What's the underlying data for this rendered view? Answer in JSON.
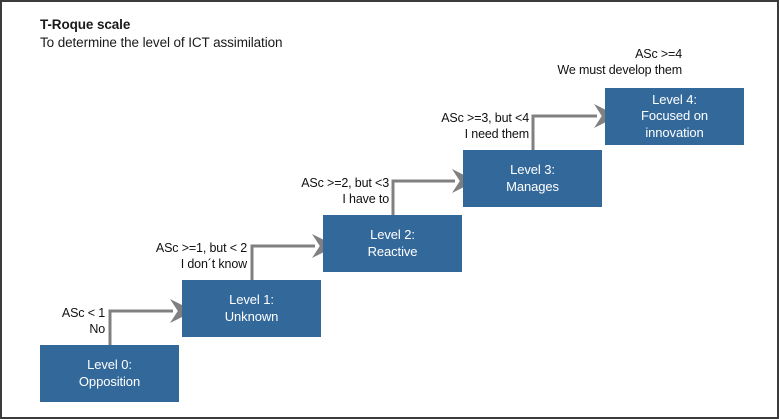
{
  "figure": {
    "title": "T-Roque scale",
    "subtitle": "To determine the level of ICT assimilation",
    "box_color": "#33689b",
    "arrow_color": "#808080",
    "border_color": "#3b3b3b",
    "text_color": "#111111"
  },
  "stages": [
    {
      "name": "level-0",
      "line1": "Level 0:",
      "line2": "Opposition",
      "line3": ""
    },
    {
      "name": "level-1",
      "line1": "Level 1:",
      "line2": "Unknown",
      "line3": ""
    },
    {
      "name": "level-2",
      "line1": "Level 2:",
      "line2": "Reactive",
      "line3": ""
    },
    {
      "name": "level-3",
      "line1": "Level 3:",
      "line2": "Manages",
      "line3": ""
    },
    {
      "name": "level-4",
      "line1": "Level 4:",
      "line2": "Focused on",
      "line3": "innovation"
    }
  ],
  "transitions": [
    {
      "name": "transition-to-level-1",
      "condition": "ASc < 1",
      "statement": "No"
    },
    {
      "name": "transition-to-level-2",
      "condition": "ASc >=1, but < 2",
      "statement": "I don´t know"
    },
    {
      "name": "transition-to-level-3",
      "condition": "ASc >=2, but <3",
      "statement": "I have to"
    },
    {
      "name": "transition-to-level-4",
      "condition": "ASc >=3, but <4",
      "statement": "I need them"
    },
    {
      "name": "transition-top",
      "condition": "ASc >=4",
      "statement": "We must develop them"
    }
  ]
}
